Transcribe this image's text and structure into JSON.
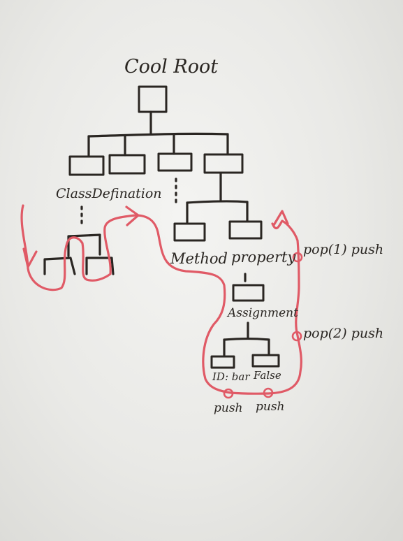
{
  "colors": {
    "ink": "#2a2622",
    "traversal": "#e05a66",
    "board": "#ecece9"
  },
  "labels": {
    "root": "Cool Root",
    "class_def": "ClassDefination",
    "method": "Method",
    "property": "property",
    "assignment": "Assignment",
    "id": "ID: bar",
    "false_node": "False",
    "pop1": "pop(1) push",
    "pop2": "pop(2) push",
    "push_left": "push",
    "push_right": "push"
  }
}
